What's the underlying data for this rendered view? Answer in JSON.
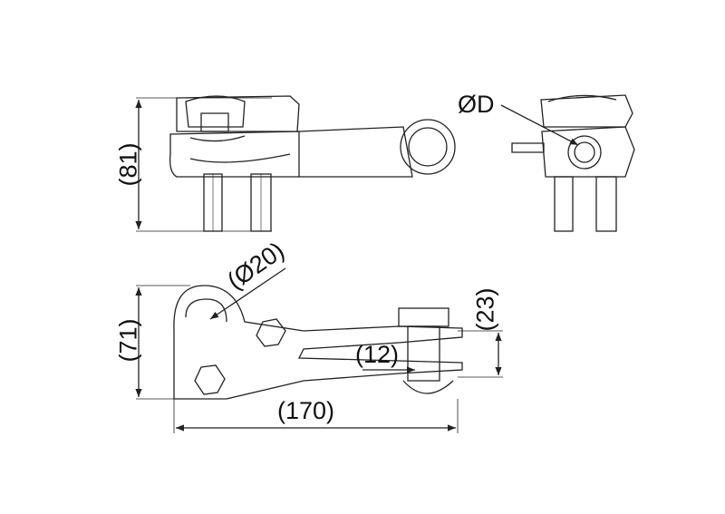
{
  "drawing": {
    "side_view": {
      "height_label": "(81)"
    },
    "end_view": {
      "diameter_label": "ØD"
    },
    "top_view": {
      "hole_label": "(Ø20)",
      "height_label": "(71)",
      "opening_label": "(23)",
      "gap_label": "(12)",
      "length_label": "(170)"
    }
  },
  "colors": {
    "line": "#222222",
    "background": "#ffffff"
  }
}
